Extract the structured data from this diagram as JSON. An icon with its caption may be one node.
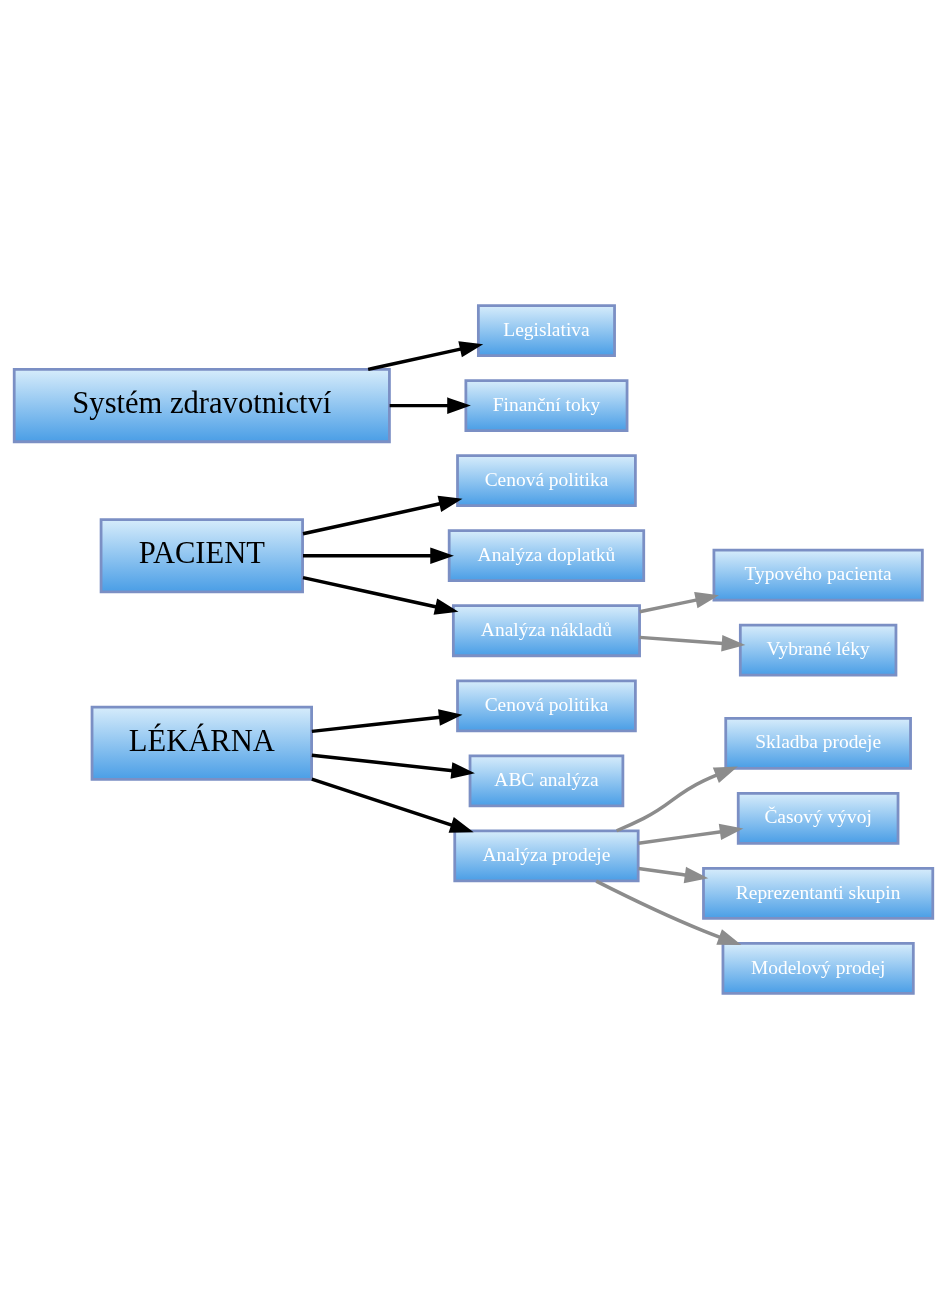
{
  "diagram": {
    "nodes": [
      {
        "text": [
          "Systém zdravotnictví"
        ]
      },
      {
        "text": [
          "Legislativa"
        ]
      },
      {
        "text": [
          "Finanční toky"
        ]
      },
      {
        "text": [
          "PACIENT"
        ]
      },
      {
        "text": [
          "Cenová politika"
        ]
      },
      {
        "text": [
          "Analýza doplatků"
        ]
      },
      {
        "text": [
          "Analýza nákladů"
        ]
      },
      {
        "text": [
          "Typového pacienta"
        ]
      },
      {
        "text": [
          "Vybrané léky"
        ]
      },
      {
        "text": [
          "LÉKÁRNA"
        ]
      },
      {
        "text": [
          "Cenová politika"
        ]
      },
      {
        "text": [
          "ABC analýza"
        ]
      },
      {
        "text": [
          "Analýza prodeje"
        ]
      },
      {
        "text": [
          "Skladba prodeje"
        ]
      },
      {
        "text": [
          "Časový vývoj"
        ]
      },
      {
        "text": [
          "Reprezentanti skupin"
        ]
      },
      {
        "text": [
          "Modelový prodej"
        ]
      }
    ],
    "edges": [
      {
        "from": 0,
        "to": 1,
        "arrow": "to"
      },
      {
        "from": 0,
        "to": 2,
        "arrow": "to"
      },
      {
        "from": 3,
        "to": 4,
        "arrow": "to"
      },
      {
        "from": 3,
        "to": 5,
        "arrow": "to"
      },
      {
        "from": 3,
        "to": 6,
        "arrow": "to"
      },
      {
        "from": 6,
        "to": 7,
        "arrow": "to",
        "color": "#8c8c8c"
      },
      {
        "from": 6,
        "to": 8,
        "arrow": "to",
        "color": "#8c8c8c"
      },
      {
        "from": 9,
        "to": 10,
        "arrow": "to"
      },
      {
        "from": 9,
        "to": 12,
        "arrow": "to"
      },
      {
        "from": 9,
        "to": 11,
        "arrow": "to"
      },
      {
        "from": 12,
        "to": 13,
        "arrow": "to",
        "color": "#8c8c8c"
      },
      {
        "from": 12,
        "to": 14,
        "arrow": "to",
        "color": "#8c8c8c"
      },
      {
        "from": 12,
        "to": 15,
        "arrow": "to",
        "color": "#8c8c8c"
      },
      {
        "from": 12,
        "to": 16,
        "arrow": "to",
        "color": "#8c8c8c"
      }
    ]
  }
}
